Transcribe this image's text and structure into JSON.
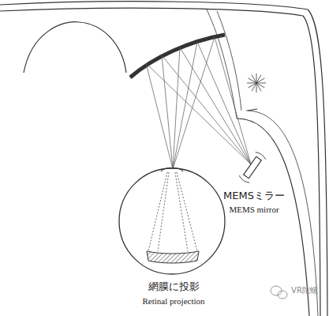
{
  "diagram": {
    "labels": [
      "MEMSミラー",
      "MEMS mirror",
      "網膜に投影",
      "Retinal projection",
      "VR陀螺"
    ]
  }
}
